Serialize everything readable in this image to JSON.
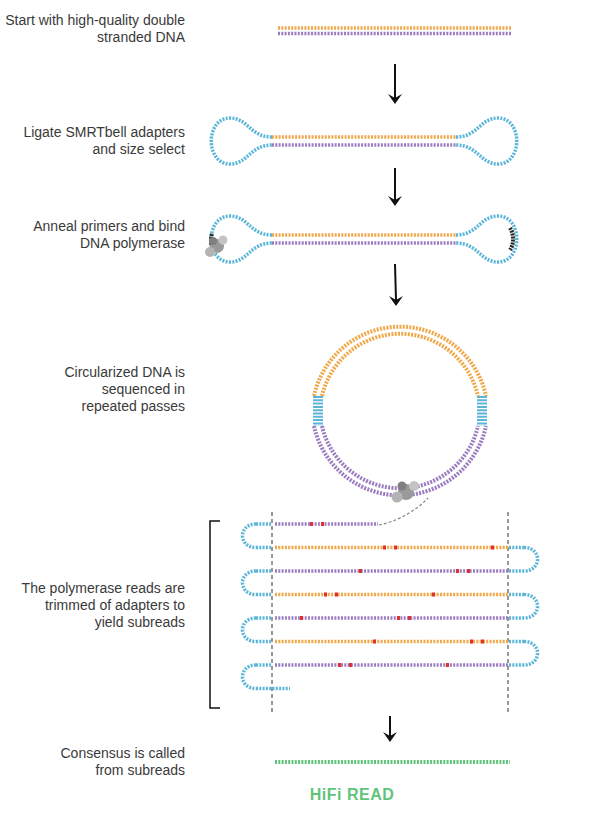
{
  "diagram": {
    "labels": [
      "Start with high-quality double stranded DNA",
      "Ligate SMRTbell adapters and size select",
      "Anneal primers and bind DNA polymerase",
      "Circularized DNA is sequenced in repeated passes",
      "The polymerase reads are trimmed of adapters to yield subreads",
      "Consensus is called from subreads",
      "HiFi READ"
    ]
  }
}
